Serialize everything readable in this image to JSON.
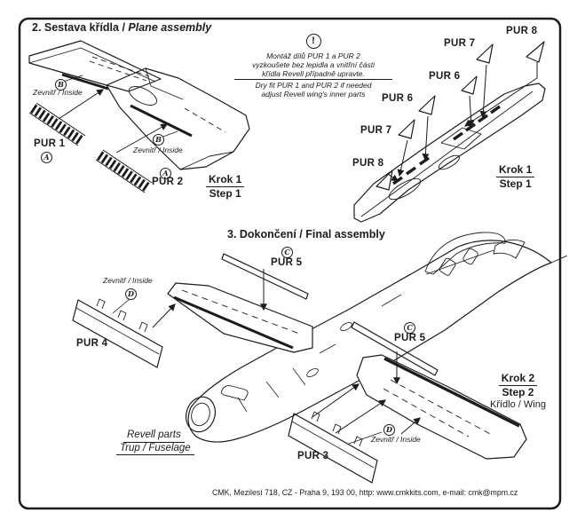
{
  "page": {
    "paper": "#ffffff",
    "ink": "#1c1c1c"
  },
  "sections": {
    "assembly": {
      "title_cz": "2. Sestava křídla /",
      "title_en": "Plane assembly"
    },
    "final": {
      "title_cz": "3. Dokončení /",
      "title_en": "Final assembly"
    }
  },
  "warning": {
    "icon": "!",
    "cz": [
      "Montáž dílů PUR 1 a PUR 2",
      "vyzkoušete bez lepidla a vnitřní části",
      "křídla Revell případně upravte."
    ],
    "en": [
      "Dry fit PUR 1 and PUR 2 if needed",
      "adjust Revell wing's inner parts"
    ]
  },
  "parts": {
    "pur1": "PUR 1",
    "pur2": "PUR 2",
    "pur3": "PUR 3",
    "pur4": "PUR 4",
    "pur5": "PUR 5",
    "pur6": "PUR 6",
    "pur7": "PUR 7",
    "pur8": "PUR 8"
  },
  "markers": {
    "a": "A",
    "b": "B",
    "c": "C",
    "d": "D"
  },
  "notes": {
    "inside": "Zevnitř / Inside"
  },
  "steps": {
    "krok1": "Krok 1",
    "step1": "Step 1",
    "krok2": "Krok 2",
    "step2": "Step 2",
    "wing": "Křídlo / Wing"
  },
  "revell": {
    "line1": "Revell parts",
    "line2": "Trup / Fuselage"
  },
  "footer": {
    "text": "CMK, Mezilesí 718, CZ - Praha 9, 193 00,  http: www.cmkkits.com, e-mail: cmk@mpm.cz"
  }
}
